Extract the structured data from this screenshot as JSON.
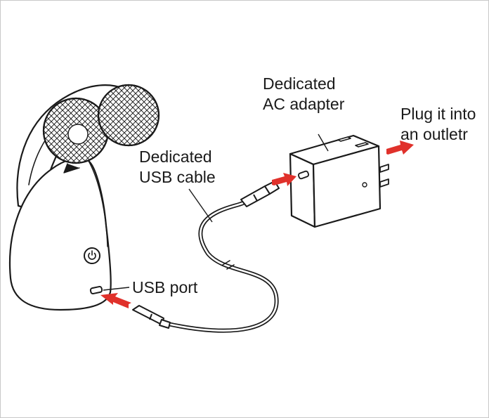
{
  "labels": {
    "ac_adapter": [
      "Dedicated",
      "AC adapter"
    ],
    "outlet": [
      "Plug it into",
      "an outletr"
    ],
    "usb_cable": [
      "Dedicated",
      "USB cable"
    ],
    "usb_port": "USB port"
  },
  "colors": {
    "stroke": "#1a1a1a",
    "arrow": "#e0312b",
    "frame_border": "#c8c8c8"
  },
  "icons": [
    "power-icon"
  ]
}
